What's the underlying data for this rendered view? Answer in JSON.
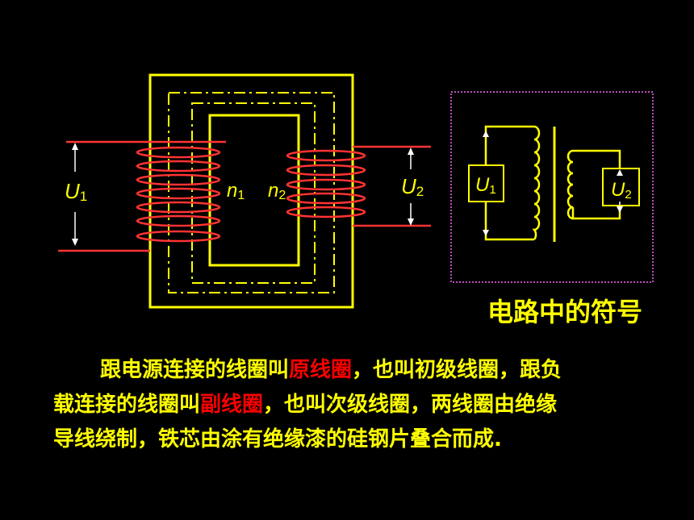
{
  "diagram": {
    "primary_voltage": {
      "symbol": "U",
      "subscript": "1"
    },
    "secondary_voltage": {
      "symbol": "U",
      "subscript": "2"
    },
    "primary_turns": {
      "symbol": "n",
      "subscript": "1"
    },
    "secondary_turns": {
      "symbol": "n",
      "subscript": "2"
    }
  },
  "symbol_panel": {
    "title": "电路中的符号",
    "u1": {
      "symbol": "U",
      "subscript": "1"
    },
    "u2": {
      "symbol": "U",
      "subscript": "2"
    }
  },
  "description": {
    "line1_a": "跟电源连接的线圈叫",
    "line1_hl": "原线圈",
    "line1_b": "，也叫初级线圈，跟负",
    "line2_a": "载连接的线圈叫",
    "line2_hl": "副线圈",
    "line2_b": "，也叫次级线圈，两线圈由绝缘",
    "line3": "导线绕制，铁芯由涂有绝缘漆的硅钢片叠合而成."
  },
  "colors": {
    "background": "#000000",
    "text": "#ffff00",
    "highlight": "#ff0000",
    "core": "#ffff00",
    "winding": "#ff3333",
    "panel_border": "#ff66ff"
  }
}
